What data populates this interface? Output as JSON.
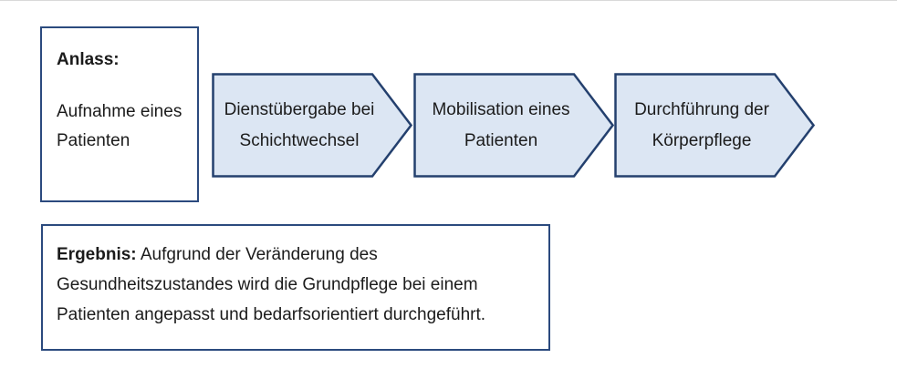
{
  "diagram": {
    "trigger_box": {
      "title": "Anlass:",
      "body": "Aufnahme eines\nPatienten"
    },
    "steps": [
      {
        "label": "Dienstübergabe bei\nSchichtwechsel"
      },
      {
        "label": "Mobilisation eines\nPatienten"
      },
      {
        "label": "Durchführung der\nKörperpflege"
      }
    ],
    "result_box": {
      "title": "Ergebnis:",
      "body": "Aufgrund der Veränderung des\nGesundheitszustandes wird die Grundpflege bei einem\nPatienten angepasst und bedarfsorientiert durchgeführt."
    },
    "colors": {
      "box_border": "#2b4a7e",
      "arrow_fill": "#dce6f3",
      "arrow_border": "#24406e",
      "text": "#1b1b1b",
      "background": "#ffffff"
    }
  }
}
